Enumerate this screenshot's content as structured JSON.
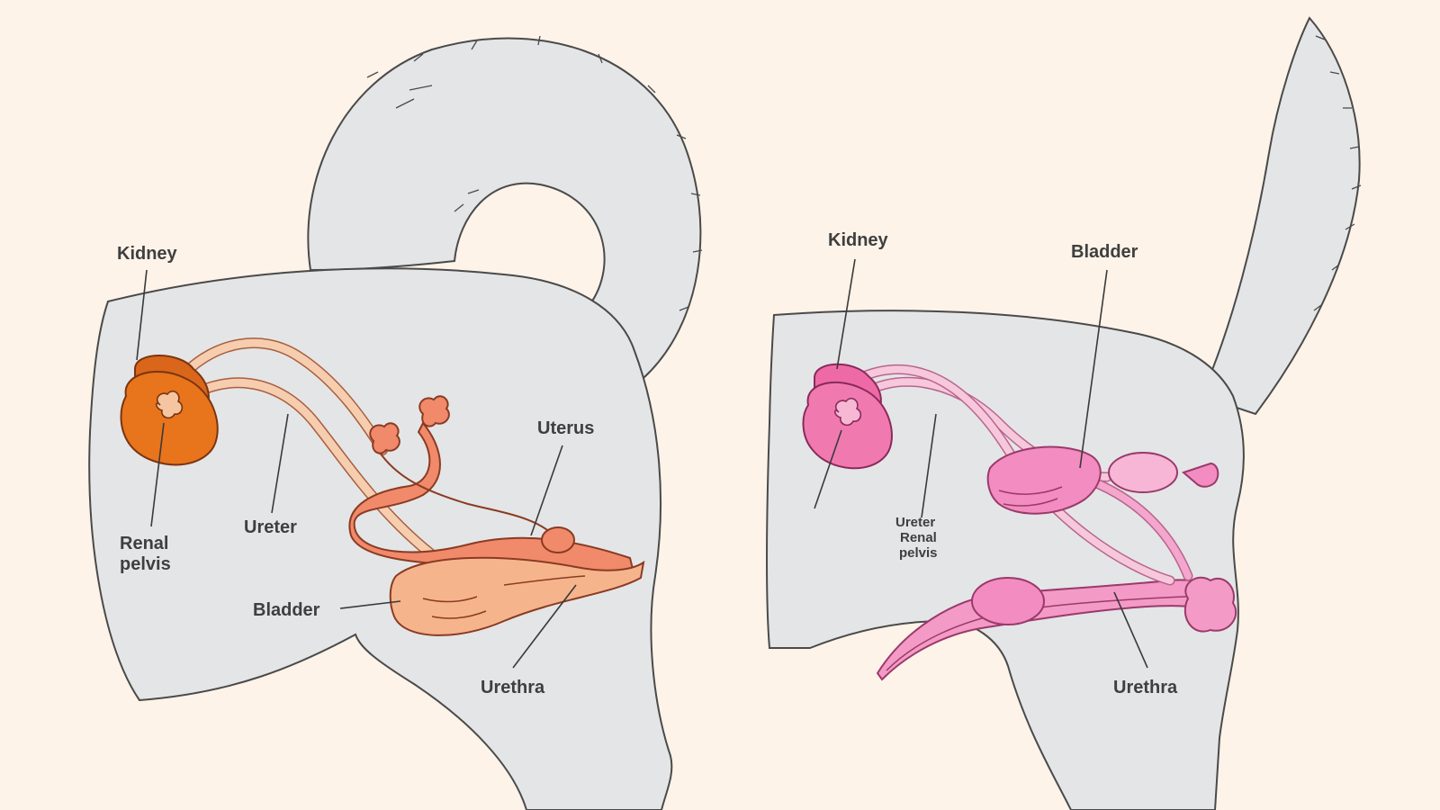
{
  "female": {
    "labels": {
      "kidney": "Kidney",
      "renal_pelvis_line1": "Renal",
      "renal_pelvis_line2": "pelvis",
      "ureter": "Ureter",
      "uterus": "Uterus",
      "bladder": "Bladder",
      "urethra": "Urethra"
    },
    "organ_colors": {
      "kidney": "#e8741c",
      "uterus": "#f08a6a",
      "bladder": "#f6b48c",
      "ureter": "#f7cdb0"
    }
  },
  "male": {
    "labels": {
      "kidney": "Kidney",
      "bladder": "Bladder",
      "ureter": "Ureter",
      "renal_pelvis_line1": "Renal",
      "renal_pelvis_line2": "pelvis",
      "urethra": "Urethra"
    },
    "organ_colors": {
      "kidney": "#f07ab0",
      "bladder": "#f38cc0",
      "urethra": "#f4a6cc",
      "ureter": "#f7c8dc"
    }
  },
  "colors": {
    "background": "#fdf3e8",
    "body": "#e4e5e7",
    "outline": "#4a4a4a",
    "label_text": "#3f3f3f"
  }
}
